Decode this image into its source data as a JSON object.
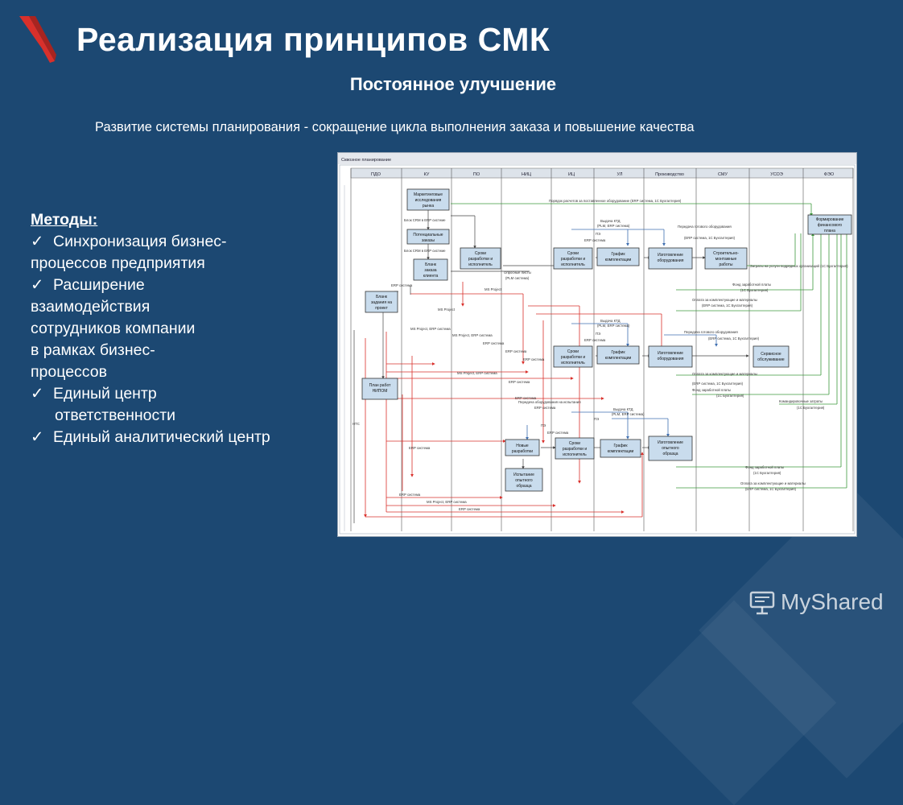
{
  "slide": {
    "title": "Реализация принципов СМК",
    "subtitle": "Постоянное улучшение",
    "caption": "Развитие системы планирования  -  сокращение цикла выполнения заказа и повышение качества"
  },
  "methods": {
    "title": "Методы:",
    "items": [
      [
        "Синхронизация бизнес-",
        "процессов предприятия"
      ],
      [
        "Расширение",
        "взаимодействия",
        "сотрудников компании",
        "в рамках бизнес-",
        "процессов"
      ],
      [
        "Единый центр",
        "ответственности"
      ],
      [
        "Единый аналитический центр"
      ]
    ]
  },
  "diagram": {
    "title": "Сквозное планирование",
    "lanes": [
      "ПДО",
      "КУ",
      "ПО",
      "НИЦ",
      "ИЦ",
      "УЛ",
      "Производство",
      "СМУ",
      "УСОЭ",
      "ФЭО"
    ],
    "boxes": {
      "market": [
        "Маркетинговые",
        "исследования",
        "рынка"
      ],
      "orders": [
        "Потенциальные",
        "заказы"
      ],
      "blank": [
        "Бланк",
        "заказа",
        "клиента"
      ],
      "task": [
        "Бланк",
        "задания на",
        "проект"
      ],
      "terms": [
        "Сроки",
        "разработки и",
        "исполнитель"
      ],
      "schedule": [
        "График",
        "комплектации"
      ],
      "manufacture": [
        "Изготовление",
        "оборудования"
      ],
      "mounting": [
        "Строительно-",
        "монтажные",
        "работы"
      ],
      "finplan": [
        "Формирование",
        "финансового",
        "плана"
      ],
      "service": [
        "Сервисное",
        "обслуживание"
      ],
      "plan": [
        "План работ",
        "НИПОМ"
      ],
      "newdev": [
        "Новые",
        "разработки"
      ],
      "testing": [
        "Испытание",
        "опытного",
        "образца"
      ],
      "prototype": [
        "Изготовление",
        "опытного",
        "образца"
      ]
    },
    "labels": {
      "settlement": "Порядок расчетов за поставленное оборудование (ERP система, 1С Бухгалтерия)",
      "crm_erp": "Блок CRM в ERP системе",
      "ktd": "Выдача КТД",
      "plm_erp": "(PLM, ERP система)",
      "pe": "ПЭ",
      "erp_system": "ERP система",
      "delivery": "Передача готового оборудования",
      "surveys": "Опросные листы",
      "plm_system": "(PLM система)",
      "ms_project": "MS Project",
      "ms_project_erp": "MS Project, ERP система",
      "contractors": "Затраты на услуги подрядных организаций (1С Бухгалтерия)",
      "payroll": "Фонд заработной платы",
      "bookkeeping": "(1С Бухгалтерия)",
      "payment": "Оплата за комплектующие и материалы",
      "erp_1c": "(ERP система, 1С Бухгалтерия)",
      "travel": "Командировочные затраты",
      "test_delivery": "Передача оборудования на испытания",
      "nts": "НТС"
    }
  },
  "watermark": {
    "text": "MyShared"
  },
  "colors": {
    "background": "#1c4872",
    "accent_red": "#d9302b",
    "box_fill": "#c9dced",
    "arrow_red": "#d9302b",
    "arrow_green": "#3c9a3c",
    "arrow_blue": "#3f6fb0"
  }
}
